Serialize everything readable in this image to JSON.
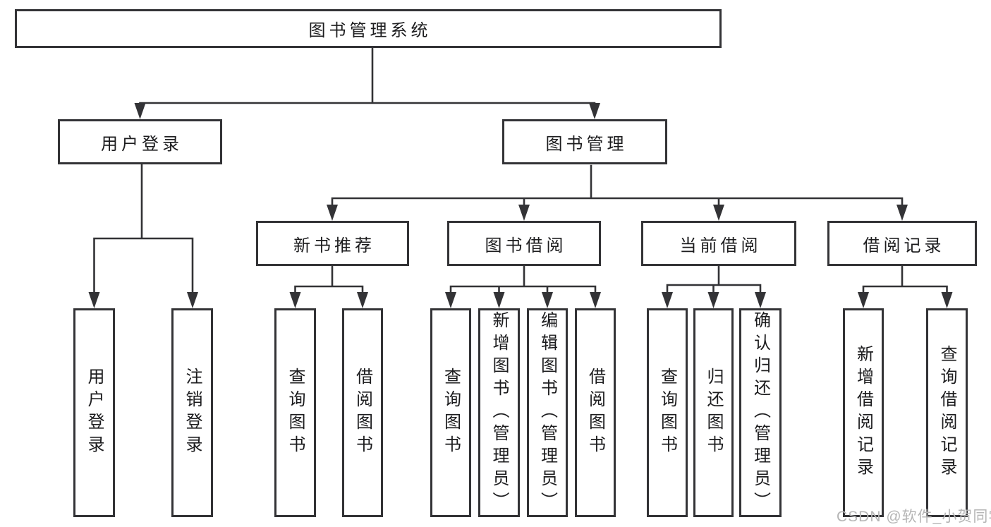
{
  "diagram": {
    "title": "图书管理系统",
    "branches": [
      {
        "label": "用户登录",
        "children": [
          "用户登录",
          "注销登录"
        ]
      },
      {
        "label": "图书管理",
        "sections": [
          {
            "label": "新书推荐",
            "children": [
              "查询图书",
              "借阅图书"
            ]
          },
          {
            "label": "图书借阅",
            "children": [
              "查询图书",
              "新增图书（管理员）",
              "编辑图书（管理员）",
              "借阅图书"
            ]
          },
          {
            "label": "当前借阅",
            "children": [
              "查询图书",
              "归还图书",
              "确认归还（管理员）"
            ]
          },
          {
            "label": "借阅记录",
            "children": [
              "新增借阅记录",
              "查询借阅记录"
            ]
          }
        ]
      }
    ]
  },
  "watermark": {
    "text": "CSDN @软件_小贺同学"
  },
  "colors": {
    "box_border": "#333336",
    "connector": "#333336",
    "text": "#1c1c1e",
    "watermark_text": "#b5b5b5",
    "background": "#ffffff"
  }
}
